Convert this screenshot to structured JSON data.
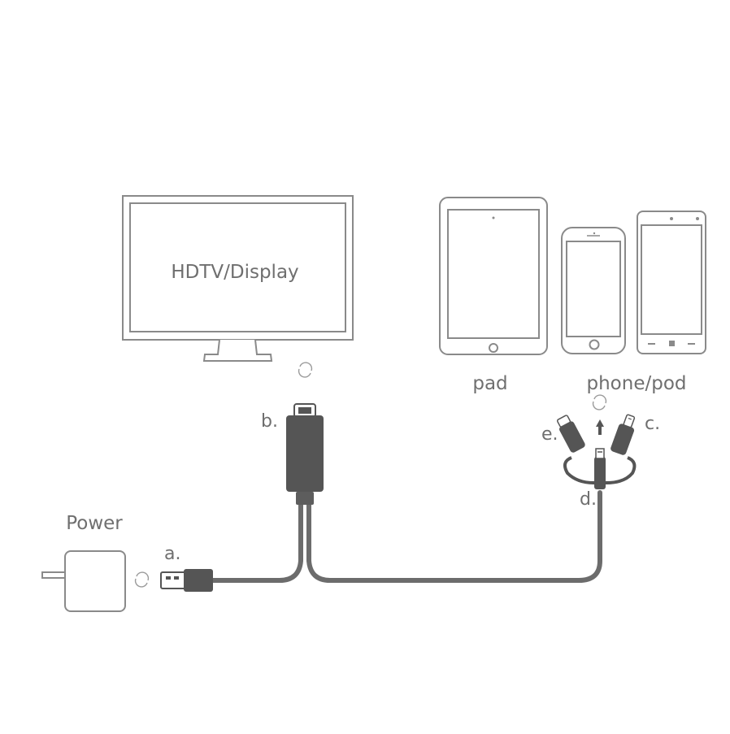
{
  "labels": {
    "tv": "HDTV/Display",
    "pad": "pad",
    "phone": "phone/pod",
    "power": "Power",
    "a": "a.",
    "b": "b.",
    "c": "c.",
    "d": "d.",
    "e": "e."
  },
  "colors": {
    "outline": "#8a8a8a",
    "cable": "#6c6c6c",
    "connector_dark": "#555555",
    "text": "#6f6f6f"
  },
  "icons": [
    "tv-icon",
    "tablet-icon",
    "iphone-icon",
    "android-phone-icon",
    "power-adapter-icon",
    "usb-a-plug-icon",
    "hdmi-plug-icon",
    "lightning-plug-icon",
    "micro-usb-plug-icon",
    "usb-c-plug-icon",
    "connect-cycle-icon",
    "arrow-up-icon"
  ]
}
